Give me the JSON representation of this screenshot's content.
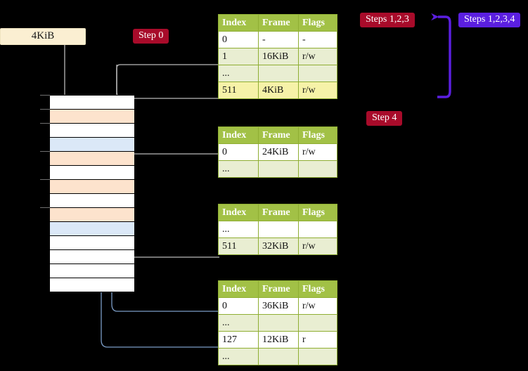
{
  "diagram": {
    "title_hidden": "",
    "background": "#000000",
    "accent_header": "#a2c146",
    "highlight": "#f6f2a8",
    "tint": "#e9eed2",
    "peach": "#fde3cd",
    "lightblue": "#dbe8f7",
    "crimson": "#a80b2a",
    "violet": "#5b1fe0",
    "wire_gray": "#b9b9b9",
    "wire_blue": "#7b9cc6"
  },
  "size_label": {
    "text": "4KiB"
  },
  "badges": [
    {
      "id": "step-0",
      "text": "Step 0",
      "color": "crimson"
    },
    {
      "id": "step-123",
      "text": "Steps 1,2,3",
      "color": "crimson"
    },
    {
      "id": "step-1234",
      "text": "Steps 1,2,3,4",
      "color": "violet"
    },
    {
      "id": "step-4",
      "text": "Step 4",
      "color": "crimson"
    }
  ],
  "memory": {
    "name": "physical-memory-column",
    "row_count": 14,
    "rows": [
      {
        "fill": "white"
      },
      {
        "fill": "peach"
      },
      {
        "fill": "white"
      },
      {
        "fill": "blue"
      },
      {
        "fill": "peach"
      },
      {
        "fill": "white"
      },
      {
        "fill": "peach"
      },
      {
        "fill": "white"
      },
      {
        "fill": "peach"
      },
      {
        "fill": "blue"
      },
      {
        "fill": "white"
      },
      {
        "fill": "white"
      },
      {
        "fill": "white"
      },
      {
        "fill": "white"
      }
    ],
    "ticks": [
      0,
      1,
      2,
      4,
      6,
      8
    ]
  },
  "tables": [
    {
      "id": "table-pml4",
      "headers": [
        "Index",
        "Frame",
        "Flags"
      ],
      "rows": [
        {
          "style": "plain",
          "cells": [
            "0",
            "-",
            "-"
          ]
        },
        {
          "style": "tint",
          "cells": [
            "1",
            "16KiB",
            "r/w"
          ]
        },
        {
          "style": "tint",
          "cells": [
            "...",
            "",
            ""
          ]
        },
        {
          "style": "hl",
          "cells": [
            "511",
            "4KiB",
            "r/w"
          ]
        }
      ]
    },
    {
      "id": "table-pdp",
      "headers": [
        "Index",
        "Frame",
        "Flags"
      ],
      "rows": [
        {
          "style": "plain",
          "cells": [
            "0",
            "24KiB",
            "r/w"
          ]
        },
        {
          "style": "tint",
          "cells": [
            "...",
            "",
            ""
          ]
        }
      ]
    },
    {
      "id": "table-pd",
      "headers": [
        "Index",
        "Frame",
        "Flags"
      ],
      "rows": [
        {
          "style": "plain",
          "cells": [
            "...",
            "",
            ""
          ]
        },
        {
          "style": "tint",
          "cells": [
            "511",
            "32KiB",
            "r/w"
          ]
        }
      ]
    },
    {
      "id": "table-pt",
      "headers": [
        "Index",
        "Frame",
        "Flags"
      ],
      "rows": [
        {
          "style": "plain",
          "cells": [
            "0",
            "36KiB",
            "r/w"
          ]
        },
        {
          "style": "tint",
          "cells": [
            "...",
            "",
            ""
          ]
        },
        {
          "style": "plain",
          "cells": [
            "127",
            "12KiB",
            "r"
          ]
        },
        {
          "style": "tint",
          "cells": [
            "...",
            "",
            ""
          ]
        }
      ]
    }
  ]
}
